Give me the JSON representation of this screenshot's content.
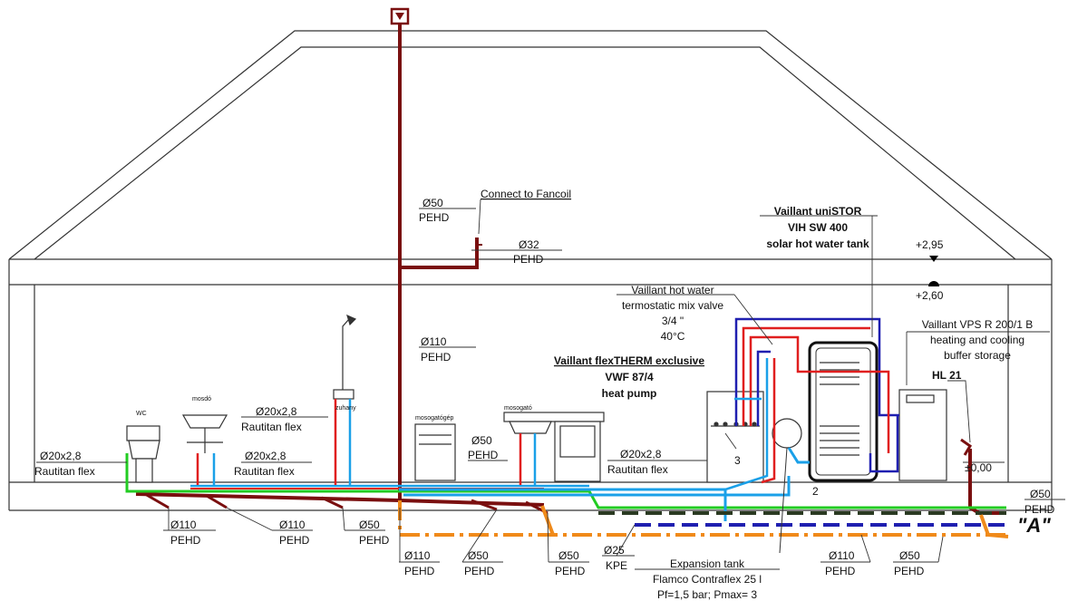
{
  "colors": {
    "sewage": "#7a0f0f",
    "cold_water": "#1aa0e8",
    "hot_water": "#e01f1f",
    "heating_flow": "#1f1fb0",
    "fixture_supply": "#22cc22",
    "orange_line": "#f08a1a",
    "dark_line": "#2b3a22",
    "outline": "#333333"
  },
  "labels": {
    "vent_pipe": {
      "size": "Ø50",
      "material": "PEHD"
    },
    "connect_fancoil": "Connect to Fancoil",
    "fancoil_pipe": {
      "size": "Ø32",
      "material": "PEHD"
    },
    "main_stack": {
      "size": "Ø110",
      "material": "PEHD"
    },
    "level_top": "+2,95",
    "level_ceiling": "+2,60",
    "level_floor": "±0,00",
    "tank_title": [
      "Vaillant uniSTOR",
      "VIH SW 400",
      "solar hot water tank"
    ],
    "mix_valve": [
      "Vaillant hot water",
      "termostatic mix valve",
      "3/4 \"",
      "40°C"
    ],
    "heat_pump": [
      "Vaillant flexTHERM exclusive",
      "VWF 87/4",
      "heat pump"
    ],
    "buffer": [
      "Vaillant VPS R 200/1 B",
      "heating and cooling",
      "buffer storage"
    ],
    "hl21": "HL 21",
    "wc_pipe": {
      "size": "Ø20x2,8",
      "material": "Rautitan flex"
    },
    "basin_pipe1": {
      "size": "Ø20x2,8",
      "material": "Rautitan flex"
    },
    "basin_pipe2": {
      "size": "Ø20x2,8",
      "material": "Rautitan flex"
    },
    "sink_pipe": {
      "size": "Ø20x2,8",
      "material": "Rautitan flex"
    },
    "sink_drain": {
      "size": "Ø50",
      "material": "PEHD"
    },
    "right_drain": {
      "size": "Ø50",
      "material": "PEHD"
    },
    "bottom": [
      {
        "size": "Ø110",
        "material": "PEHD"
      },
      {
        "size": "Ø110",
        "material": "PEHD"
      },
      {
        "size": "Ø50",
        "material": "PEHD"
      },
      {
        "size": "Ø110",
        "material": "PEHD"
      },
      {
        "size": "Ø50",
        "material": "PEHD"
      },
      {
        "size": "Ø50",
        "material": "PEHD"
      },
      {
        "size": "Ø25",
        "material": "KPE"
      },
      {
        "size": "Ø110",
        "material": "PEHD"
      },
      {
        "size": "Ø50",
        "material": "PEHD"
      }
    ],
    "expansion": [
      "Expansion tank",
      "Flamco Contraflex 25 l",
      "Pf=1,5 bar; Pmax= 3"
    ],
    "section": "\"A\"",
    "num2": "2",
    "num3": "3",
    "fixtures": {
      "wc": "WC",
      "basin": "mosdó",
      "sink": "mosogató",
      "dishwasher": "mosogatógép",
      "shower": "zuhany"
    }
  }
}
